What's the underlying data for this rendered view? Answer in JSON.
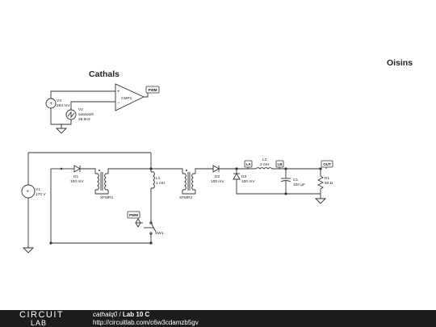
{
  "section_labels": {
    "left": "Cathals",
    "right": "Oisins"
  },
  "components": {
    "V3": {
      "ref": "V3",
      "value": "284 mV"
    },
    "V2": {
      "ref": "V2",
      "value": "sawtooth",
      "freq": "25 kHz"
    },
    "CMP1": {
      "ref": "CMP1",
      "plus": "+",
      "minus": "−"
    },
    "V1": {
      "ref": "V1",
      "value": "170 V"
    },
    "D1": {
      "ref": "D1",
      "value": "100 mV"
    },
    "XFMR1": {
      "ref": "XFMR1"
    },
    "L1": {
      "ref": "L1",
      "value": "1 mH"
    },
    "XFMR2": {
      "ref": "XFMR2"
    },
    "D2": {
      "ref": "D2",
      "value": "100 mV"
    },
    "D3": {
      "ref": "D3",
      "value": "100 mV"
    },
    "L2": {
      "ref": "L2",
      "value": "2 mH"
    },
    "C1": {
      "ref": "C1",
      "value": "100 µF"
    },
    "R1": {
      "ref": "R1",
      "value": "50 Ω"
    },
    "SW1": {
      "ref": "SW1"
    }
  },
  "net_labels": {
    "pwm_out": "PWM",
    "pwm_in": "PWM",
    "la": "LA",
    "lb": "LB",
    "out": "OUT"
  },
  "footer": {
    "logo_line1": "CIRCUIT",
    "logo_line2": "LAB",
    "user": "cathalq0",
    "separator": " / ",
    "project": "Lab 10 C",
    "url": "http://circuitlab.com/c6w3cdamzb5gv"
  },
  "colors": {
    "wire": "#333333",
    "background": "#ffffff",
    "footer_bg": "#1d1d1d"
  }
}
